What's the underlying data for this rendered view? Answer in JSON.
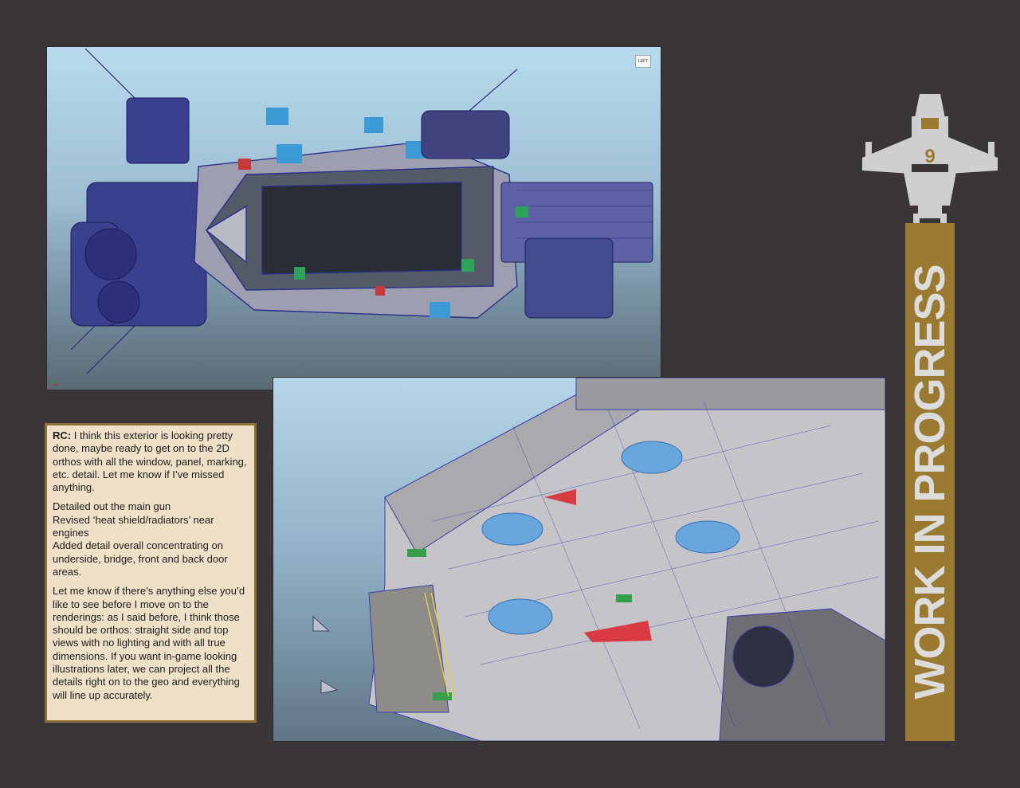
{
  "viewports": {
    "top": {
      "tag": "LEFT"
    },
    "bottom": {
      "tag": ""
    }
  },
  "note": {
    "author": "RC:",
    "intro": " I think this exterior is looking pretty done, maybe ready to get on to the 2D orthos with all the window, panel, marking, etc. detail. Let me know if I’ve missed anything.",
    "changes": [
      "Detailed out the main gun",
      "Revised ‘heat shield/radiators’ near engines",
      "Added detail overall concentrating on underside, bridge, front and back door areas."
    ],
    "closing": "Let me know if there’s anything else you’d like to see before I move on to the renderings: as I said before, I think those should be orthos: straight side and top views with no lighting and with all true dimensions. If you want in-game looking illustrations later, we can project all the details right on to the geo and everything will line up accurately."
  },
  "banner": {
    "text": "WORK IN PROGRESS",
    "ship_number": "9",
    "colors": {
      "background": "#3a3638",
      "gold": "#9a7a30",
      "ship": "#cfcfcf",
      "note_bg": "#efe0c8"
    }
  }
}
